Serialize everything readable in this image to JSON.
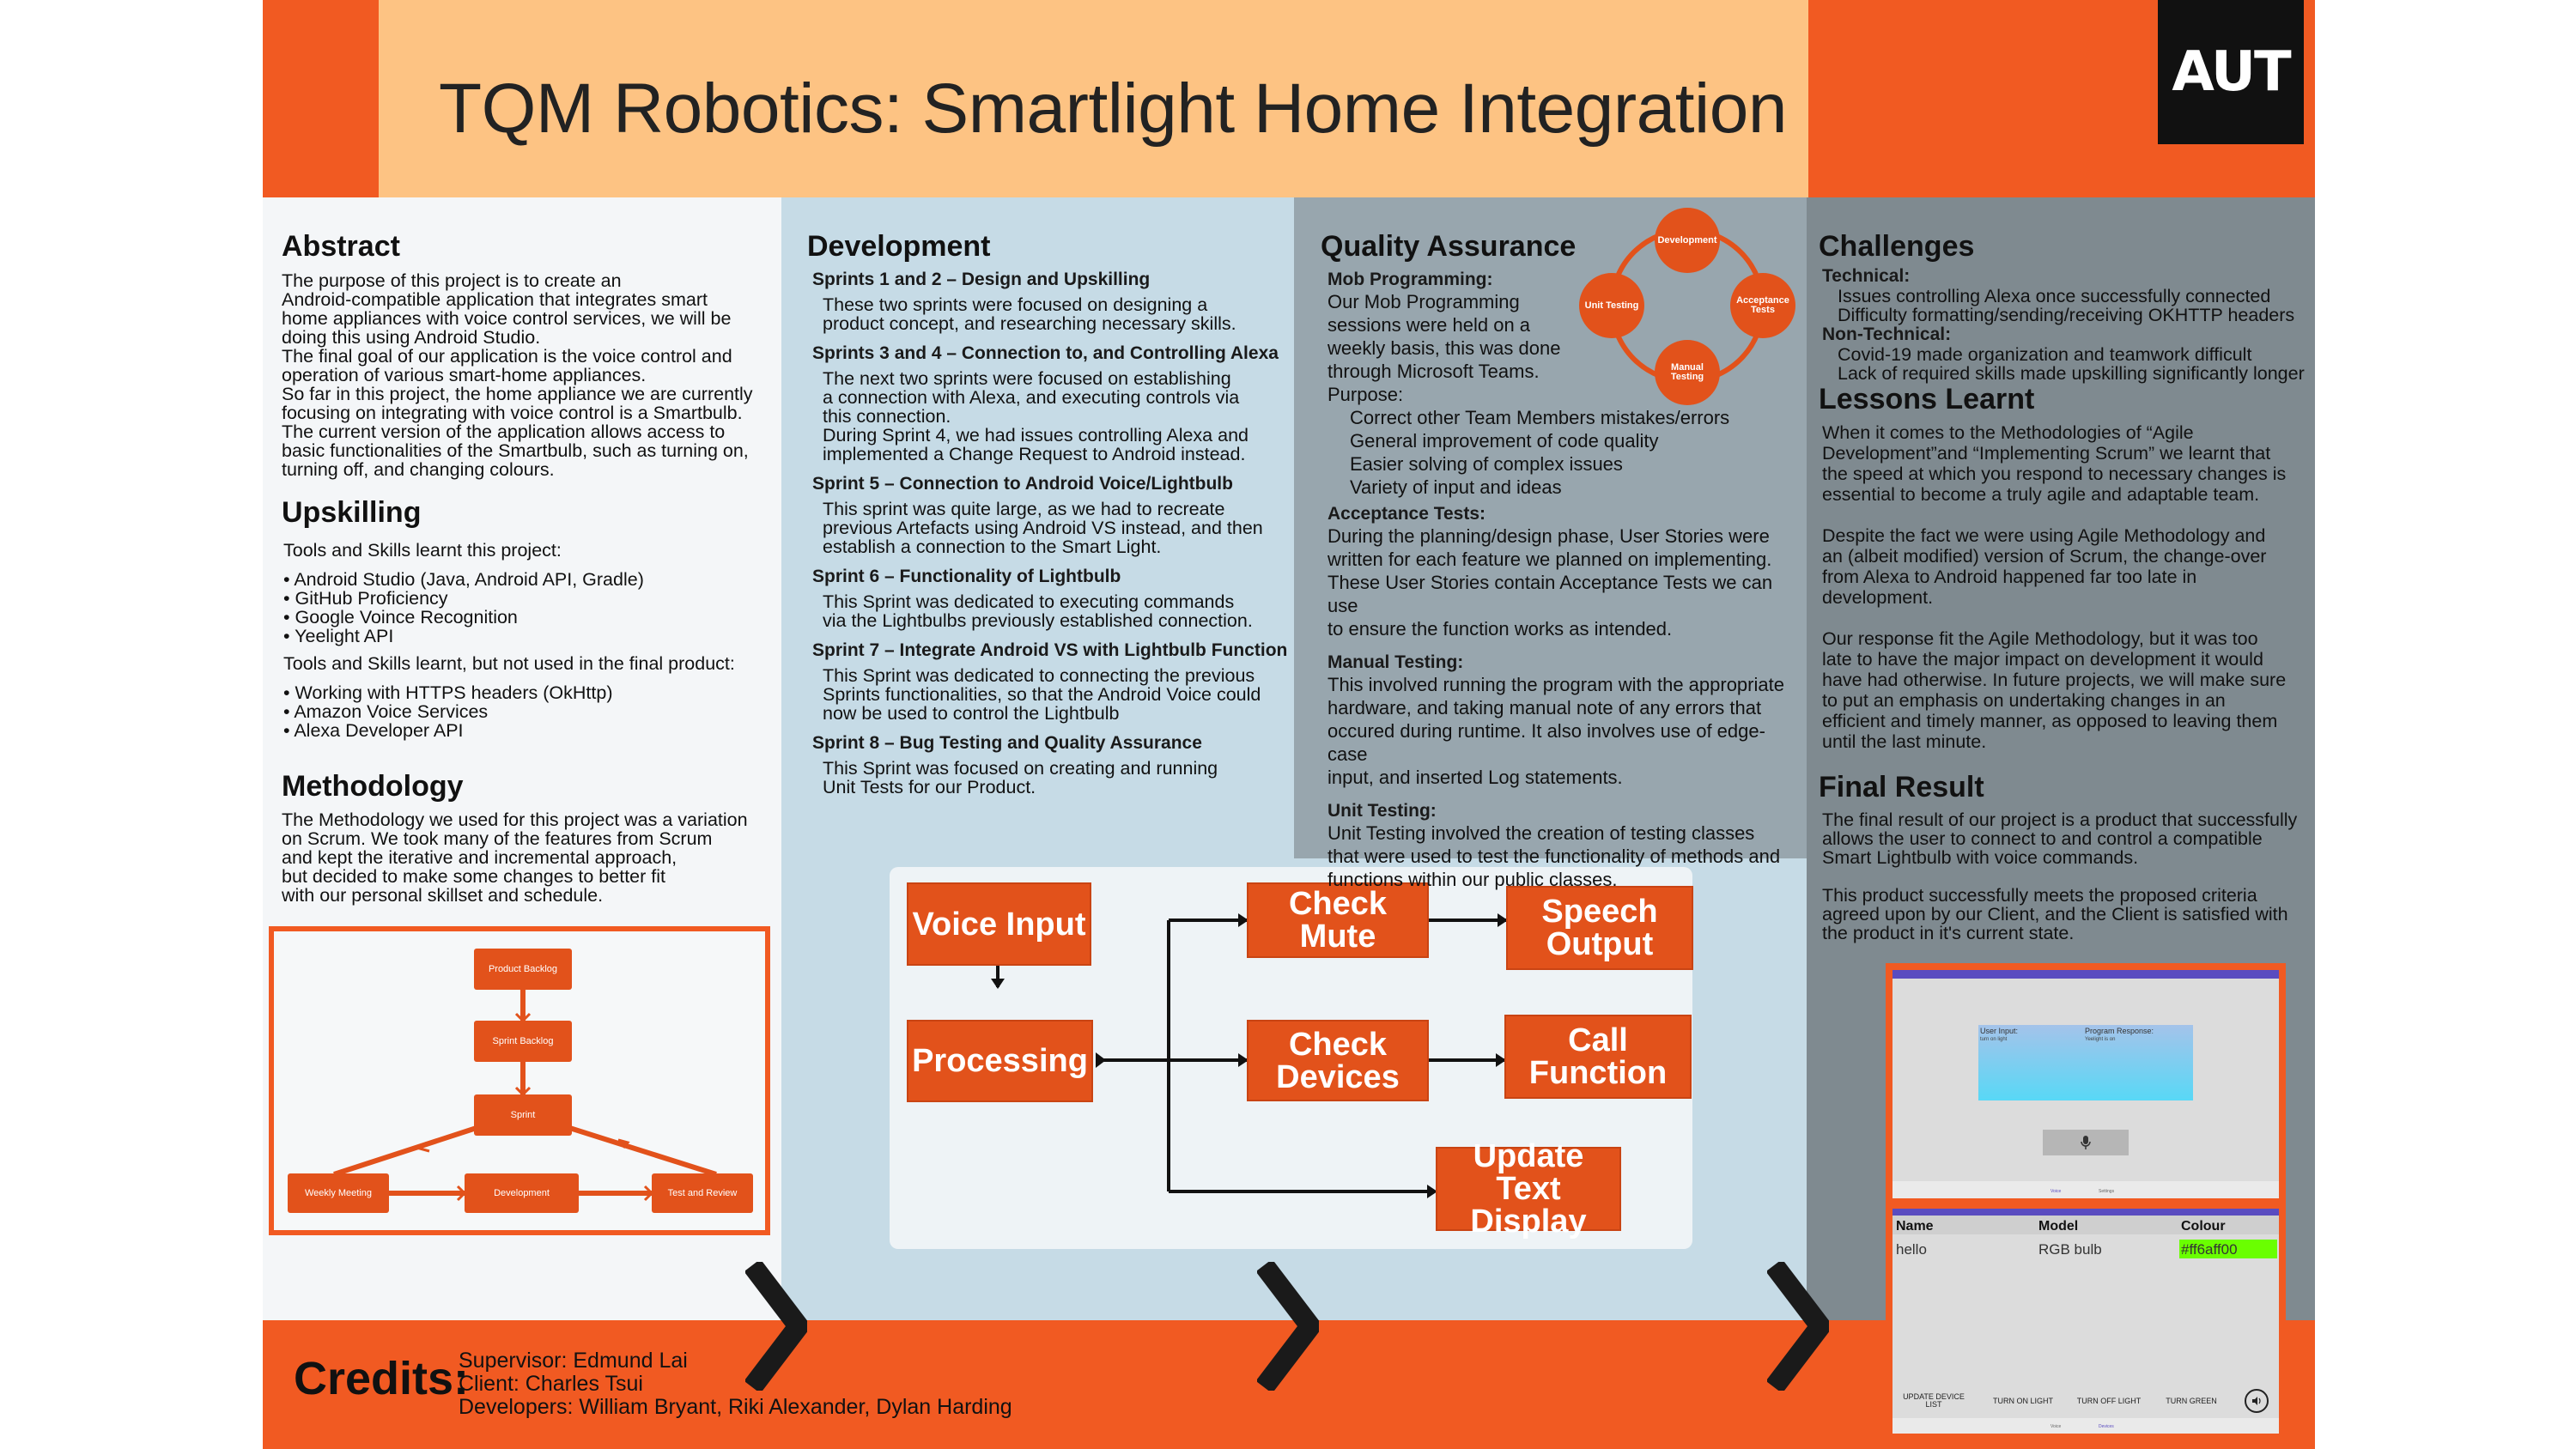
{
  "header": {
    "title": "TQM Robotics: Smartlight Home Integration",
    "logo": "AUT"
  },
  "abstract": {
    "heading": "Abstract",
    "lines": [
      "The purpose of this project is to create an",
      "Android-compatible application that integrates smart",
      "home appliances with voice control services, we will be",
      "doing this using Android Studio.",
      "The final goal of our application is the voice control and",
      "operation of various smart-home appliances.",
      "So far in this project, the home appliance we are currently",
      "focusing on integrating with voice control is a Smartbulb.",
      "The current version of the application allows access to",
      "basic functionalities of the Smartbulb, such as turning on,",
      "turning off, and changing colours."
    ]
  },
  "upskilling": {
    "heading": "Upskilling",
    "intro1": "Tools and Skills learnt this project:",
    "list1": [
      "Android Studio (Java, Android API, Gradle)",
      "GitHub Proficiency",
      "Google Voince Recognition",
      "Yeelight API"
    ],
    "intro2": "Tools and Skills learnt, but not used in the final product:",
    "list2": [
      "Working with HTTPS headers (OkHttp)",
      "Amazon Voice Services",
      "Alexa Developer API"
    ]
  },
  "methodology": {
    "heading": "Methodology",
    "lines": [
      "The Methodology we used for this project was a variation",
      "on Scrum. We took many of the features from Scrum",
      "and kept the iterative and incremental approach,",
      "but decided to make some changes to better fit",
      "with our personal skillset and schedule."
    ],
    "chart": {
      "product_backlog": "Product Backlog",
      "sprint_backlog": "Sprint Backlog",
      "sprint": "Sprint",
      "weekly": "Weekly Meeting",
      "development": "Development",
      "test": "Test and Review"
    }
  },
  "development": {
    "heading": "Development",
    "sprints": [
      {
        "title": "Sprints 1 and 2 – Design and Upskilling",
        "lines": [
          "These two sprints were focused on designing a",
          "product concept, and researching necessary skills."
        ]
      },
      {
        "title": "Sprints 3 and 4 – Connection to, and Controlling Alexa",
        "lines": [
          "The next two sprints were focused on establishing",
          "a connection with Alexa, and executing controls via",
          "this connection.",
          "During Sprint 4, we had issues controlling Alexa and",
          "implemented a Change Request to Android instead."
        ]
      },
      {
        "title": "Sprint 5 – Connection to Android Voice/Lightbulb",
        "lines": [
          "This sprint was quite large, as we had to recreate",
          "previous Artefacts using Android VS instead, and then",
          "establish a connection to the Smart Light."
        ]
      },
      {
        "title": "Sprint 6 – Functionality of Lightbulb",
        "lines": [
          "This Sprint was dedicated to executing commands",
          "via the Lightbulbs previously established connection."
        ]
      },
      {
        "title": "Sprint 7 – Integrate Android VS with Lightbulb Function",
        "lines": [
          "This Sprint was dedicated to connecting the previous",
          "Sprints functionalities, so that the Android Voice could",
          "now be used to control the Lightbulb"
        ]
      },
      {
        "title": "Sprint 8 – Bug Testing and Quality Assurance",
        "lines": [
          "This Sprint was focused on creating and running",
          "Unit Tests for our Product."
        ]
      }
    ]
  },
  "flow": {
    "voice_input": "Voice Input",
    "processing": "Processing",
    "check_mute": "Check Mute",
    "check_devices": "Check Devices",
    "speech_output": "Speech Output",
    "call_function": "Call Function",
    "update_text": "Update Text Display"
  },
  "qa": {
    "heading": "Quality Assurance",
    "mob_title": "Mob Programming:",
    "mob_lines": [
      "Our Mob Programming",
      "sessions were held on a",
      "weekly basis, this was done",
      "through Microsoft Teams."
    ],
    "purpose_title": "Purpose:",
    "purpose_items": [
      "Correct other Team Members mistakes/errors",
      "General improvement of code quality",
      "Easier solving of complex issues",
      "Variety of input and ideas"
    ],
    "acc_title": "Acceptance Tests:",
    "acc_lines": [
      "During the planning/design phase, User Stories were",
      "written for each feature we planned on implementing.",
      "These User Stories contain Acceptance Tests we can use",
      "to ensure the function works as intended."
    ],
    "man_title": "Manual Testing:",
    "man_lines": [
      "This involved running the program with the appropriate",
      "hardware, and taking manual note of any errors that",
      "occured during runtime. It also involves use of edge-case",
      "input, and inserted Log statements."
    ],
    "unit_title": "Unit Testing:",
    "unit_lines": [
      "Unit Testing involved the creation of testing classes",
      "that were used to test the functionality of methods and",
      "functions within our public classes."
    ],
    "cycle": {
      "development": "Development",
      "acceptance": "Acceptance Tests",
      "manual": "Manual Testing",
      "unit": "Unit Testing"
    }
  },
  "challenges": {
    "heading": "Challenges",
    "tech_title": "Technical:",
    "tech_items": [
      "Issues controlling Alexa once successfully connected",
      "Difficulty formatting/sending/receiving OKHTTP headers"
    ],
    "nontech_title": "Non-Technical:",
    "nontech_items": [
      "Covid-19 made organization and teamwork difficult",
      "Lack of required skills made upskilling significantly longer"
    ]
  },
  "lessons": {
    "heading": "Lessons Learnt",
    "p1": [
      "When it comes to the Methodologies of “Agile",
      "Development”and “Implementing Scrum” we learnt that",
      "the speed at which you respond to necessary changes is",
      "essential to become a truly agile and adaptable team."
    ],
    "p2": [
      "Despite the fact we were using Agile Methodology and",
      "an (albeit modified) version of Scrum, the change-over",
      "from Alexa to Android happened far too late in",
      "development."
    ],
    "p3": [
      "Our response fit the Agile Methodology, but it was too",
      "late to have the major impact on development it would",
      "have had otherwise. In future projects, we will make sure",
      "to put an emphasis on undertaking changes in an",
      "efficient and timely manner, as opposed to leaving them",
      "until the last minute."
    ]
  },
  "final": {
    "heading": "Final Result",
    "p1": [
      "The final result of our project is a product that successfully",
      "allows the user to connect to and control a compatible",
      "Smart Lightbulb with voice commands."
    ],
    "p2": [
      "This product successfully meets the proposed criteria",
      "agreed upon by our Client, and the Client is satisfied with",
      "the product in it's current state."
    ]
  },
  "app1": {
    "user_input": "User Input:",
    "program_response": "Program Response:",
    "user_sample": "turn on light",
    "response_sample": "Yeelight is on",
    "nav1": "Voice",
    "nav2": "Settings"
  },
  "app2": {
    "headers": [
      "Name",
      "Model",
      "Colour"
    ],
    "row": [
      "hello",
      "RGB bulb",
      "#ff6aff00"
    ],
    "buttons": [
      "UPDATE DEVICE LIST",
      "TURN ON LIGHT",
      "TURN OFF LIGHT",
      "TURN GREEN"
    ],
    "nav1": "Voice",
    "nav2": "Devices"
  },
  "credits": {
    "heading": "Credits:",
    "supervisor": "Supervisor: Edmund Lai",
    "client": "Client: Charles Tsui",
    "developers": "Developers: William Bryant, Riki Alexander, Dylan Harding"
  },
  "colors": {
    "orange": "#f15a22",
    "peach": "#fdc383",
    "box": "#e2521b"
  }
}
